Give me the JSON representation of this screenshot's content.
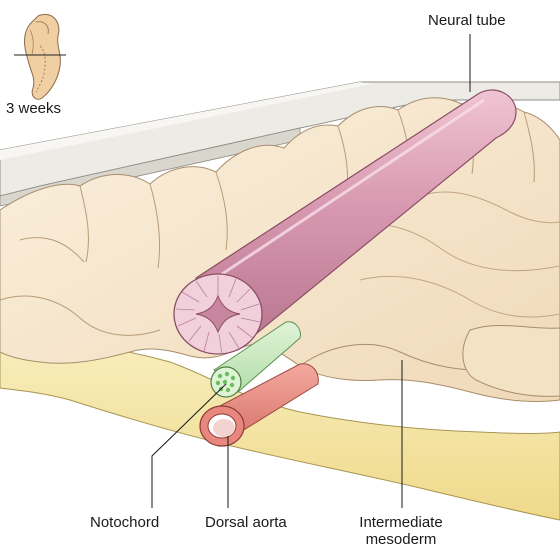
{
  "inset": {
    "stage_label": "3 weeks"
  },
  "labels": {
    "neural_tube": "Neural tube",
    "notochord": "Notochord",
    "dorsal_aorta": "Dorsal aorta",
    "intermediate_mesoderm_line1": "Intermediate",
    "intermediate_mesoderm_line2": "mesoderm"
  },
  "colors": {
    "neural_tube": "#d79fb3",
    "neural_tube_cut": "#f1cfdb",
    "notochord": "#c8e8c0",
    "notochord_dots": "#6cbf5f",
    "dorsal_aorta": "#e8877e",
    "somites": "#f6e5cc",
    "endoderm_yellow": "#f6e7a3",
    "ectoderm_gray": "#e9e7e2",
    "embryo_inset": "#f0cfa2"
  }
}
